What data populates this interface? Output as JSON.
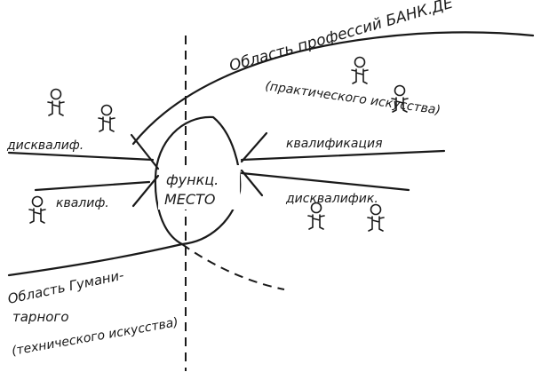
{
  "labels": {
    "area_professions_line1": "Область профессий БАНК.ДЕ",
    "area_professions_line2": "(практического искусства)",
    "area_humanitarian_line1": "Область Гумани-",
    "area_humanitarian_line2": "тарного",
    "area_humanitarian_line3": "(технического искусства)",
    "disqualif_left": "дисквалиф.",
    "qualif_left": "квалиф.",
    "qualification_right": "квалификация",
    "disqualif_right": "дисквалифик.",
    "func_place_line1": "функц.",
    "func_place_line2": "МЕСТО"
  },
  "colors": {
    "ink": "#1a1a1a",
    "paper": "#ffffff"
  },
  "icons": [
    "person-icon"
  ]
}
